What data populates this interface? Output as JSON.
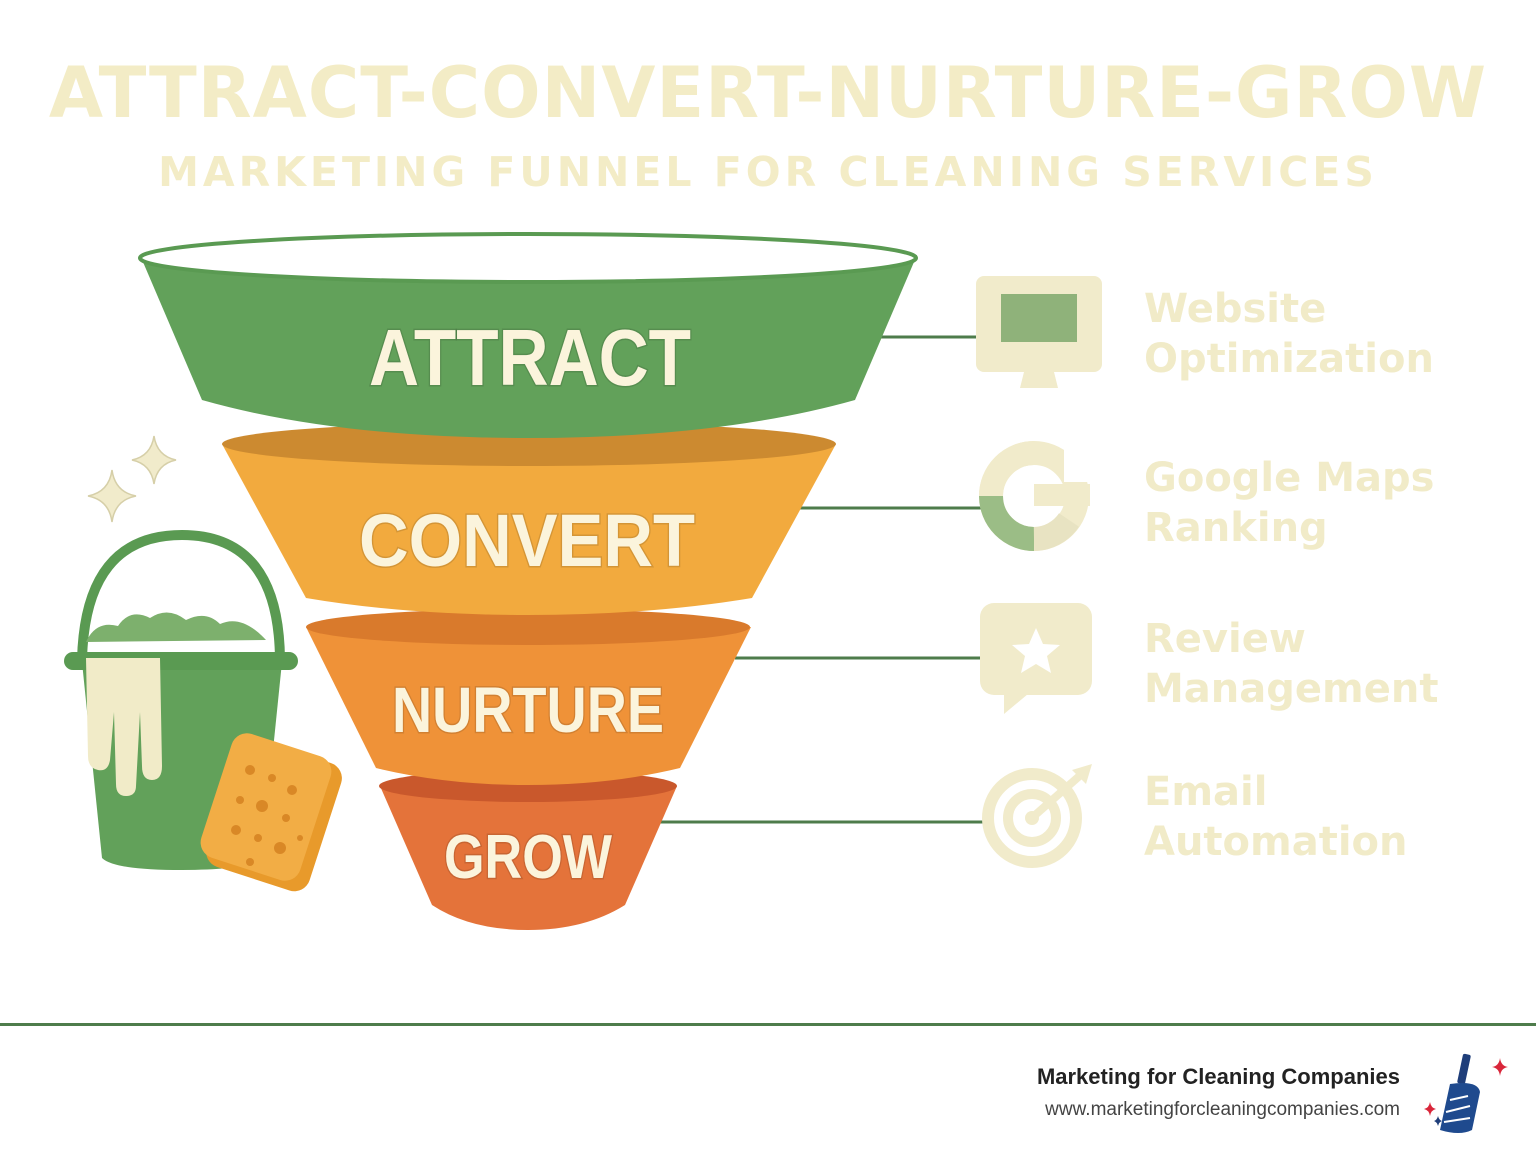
{
  "header": {
    "title": "ATTRACT-CONVERT-NURTURE-GROW",
    "subtitle": "MARKETING FUNNEL FOR CLEANING SERVICES"
  },
  "funnel": {
    "stages": [
      {
        "label": "ATTRACT",
        "color": "#62a15a"
      },
      {
        "label": "CONVERT",
        "color": "#f2aa3e"
      },
      {
        "label": "NURTURE",
        "color": "#ef9238"
      },
      {
        "label": "GROW",
        "color": "#e4733a"
      }
    ]
  },
  "tactics": [
    {
      "line1": "Website",
      "line2": "Optimization",
      "icon": "monitor-icon"
    },
    {
      "line1": "Google Maps",
      "line2": "Ranking",
      "icon": "google-g-icon"
    },
    {
      "line1": "Review",
      "line2": "Management",
      "icon": "star-speech-bubble-icon"
    },
    {
      "line1": "Email",
      "line2": "Automation",
      "icon": "target-icon"
    }
  ],
  "illustration": {
    "items": [
      "bucket-icon",
      "sponge-icon",
      "sparkle-icon"
    ]
  },
  "footer": {
    "brand_name": "Marketing for Cleaning Companies",
    "url": "www.marketingforcleaningcompanies.com",
    "logo": "broom-logo-icon"
  },
  "colors": {
    "line": "#4e7c4b",
    "cream": "#f3ecc6",
    "green": "#62a15a"
  }
}
